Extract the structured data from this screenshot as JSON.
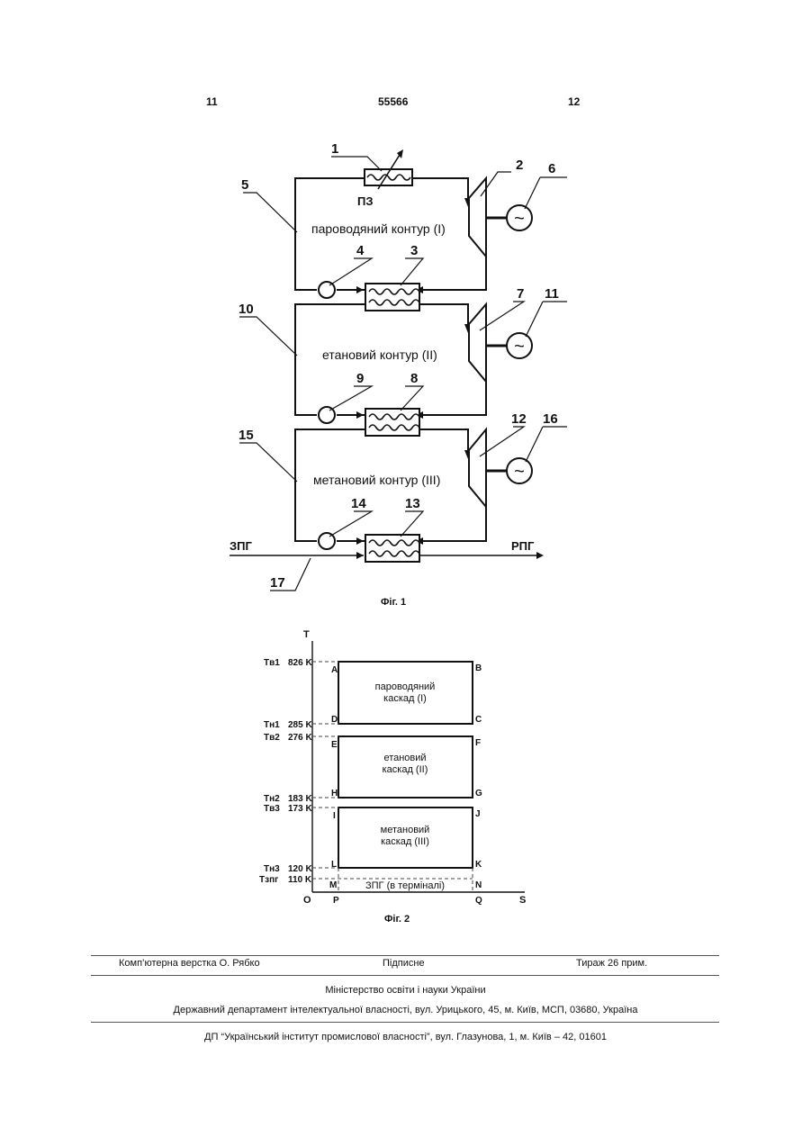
{
  "header": {
    "page_left": "11",
    "patent_number": "55566",
    "page_right": "12"
  },
  "fig1": {
    "caption": "Фіг. 1",
    "contour_labels": [
      "пароводяний контур (I)",
      "етановий контур (II)",
      "метановий контур (III)"
    ],
    "callouts": [
      "1",
      "2",
      "3",
      "4",
      "5",
      "6",
      "7",
      "8",
      "9",
      "10",
      "11",
      "12",
      "13",
      "14",
      "15",
      "16",
      "17"
    ],
    "pz_label": "ПЗ",
    "input_label": "ЗПГ",
    "output_label": "РПГ",
    "generator_symbol": "~"
  },
  "fig2": {
    "caption": "Фіг. 2",
    "axis_t": "T",
    "axis_s": "S",
    "origin": "O",
    "cascades": [
      {
        "line1": "пароводяний",
        "line2": "каскад (I)"
      },
      {
        "line1": "етановий",
        "line2": "каскад (II)"
      },
      {
        "line1": "метановий",
        "line2": "каскад (III)"
      }
    ],
    "lng_band": "ЗПГ (в терміналі)",
    "temps": [
      {
        "symbol": "Tв1",
        "value": "826 K"
      },
      {
        "symbol": "Tн1",
        "value": "285 K"
      },
      {
        "symbol": "Tв2",
        "value": "276 K"
      },
      {
        "symbol": "Tн2",
        "value": "183 K"
      },
      {
        "symbol": "Tв3",
        "value": "173 K"
      },
      {
        "symbol": "Tн3",
        "value": "120 K"
      },
      {
        "symbol": "Tзпг",
        "value": "110 K"
      }
    ],
    "points": [
      "A",
      "B",
      "C",
      "D",
      "E",
      "F",
      "G",
      "H",
      "I",
      "J",
      "K",
      "L",
      "M",
      "N",
      "P",
      "Q"
    ]
  },
  "footer": {
    "layout": "Комп’ютерна верстка О. Рябко",
    "signed": "Підписне",
    "print_run": "Тираж 26 прим.",
    "ministry": "Міністерство освіти і науки України",
    "department": "Державний департамент інтелектуальної власності, вул. Урицького, 45, м. Київ, МСП, 03680, Україна",
    "institute": "ДП “Український інститут промислової власності”, вул. Глазунова, 1, м. Київ – 42, 01601"
  }
}
